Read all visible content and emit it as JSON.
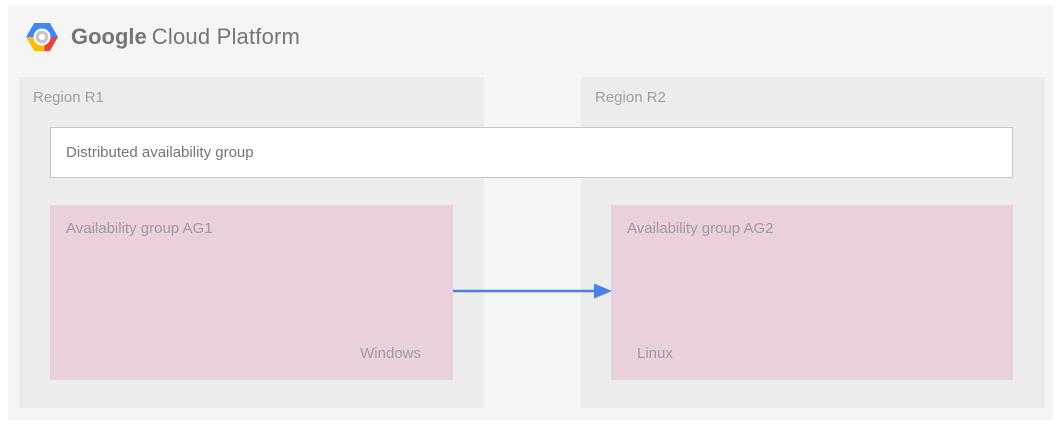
{
  "header": {
    "logo_icon": "gcp-hexagon-logo",
    "brand_google": "Google",
    "brand_suffix": "Cloud Platform"
  },
  "diagram": {
    "distributed_group_label": "Distributed availability group",
    "regions": [
      {
        "label": "Region R1",
        "availability_group": {
          "label": "Availability group AG1",
          "os": "Windows"
        }
      },
      {
        "label": "Region R2",
        "availability_group": {
          "label": "Availability group AG2",
          "os": "Linux"
        }
      }
    ],
    "arrow": {
      "from": "Availability group AG1",
      "to": "Availability group AG2",
      "direction": "right"
    }
  },
  "colors": {
    "page_bg": "#ffffff",
    "panel_bg": "#f5f5f6",
    "region_bg": "#ececec",
    "group_bg": "#e9d0dc",
    "distributed_box_border": "#c7c7c7",
    "arrow_blue": "#4a80e8",
    "label_gray": "#9e9e9e",
    "text_gray": "#757575",
    "logo_blue": "#4285f4",
    "logo_red": "#e94335",
    "logo_yellow": "#fbbc05",
    "logo_ring_gray": "#c6c6c6"
  }
}
